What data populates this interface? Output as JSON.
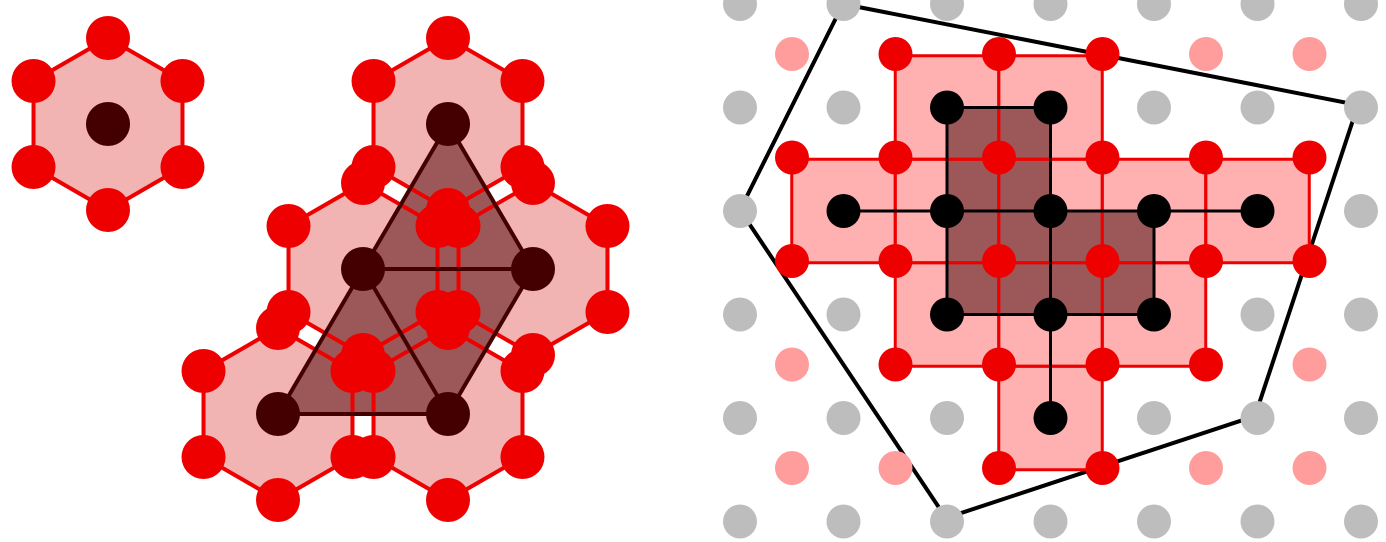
{
  "colors": {
    "background": "#ffffff",
    "red_vertex": "#ee0000",
    "red_edge": "#ee0000",
    "cell_fill": "#f2b3b3",
    "square_fill": "#ffb0b0",
    "dark_fill": "#9c5858",
    "dark_node_hex": "#440000",
    "black_node": "#000000",
    "gray_dot": "#bdbdbd",
    "pink_dot": "#ff9c9c",
    "boundary": "#000000"
  },
  "panels": [
    {
      "id": "hexagonal-lattice",
      "lattice": "triangular"
    },
    {
      "id": "square-lattice",
      "lattice": "square"
    }
  ]
}
